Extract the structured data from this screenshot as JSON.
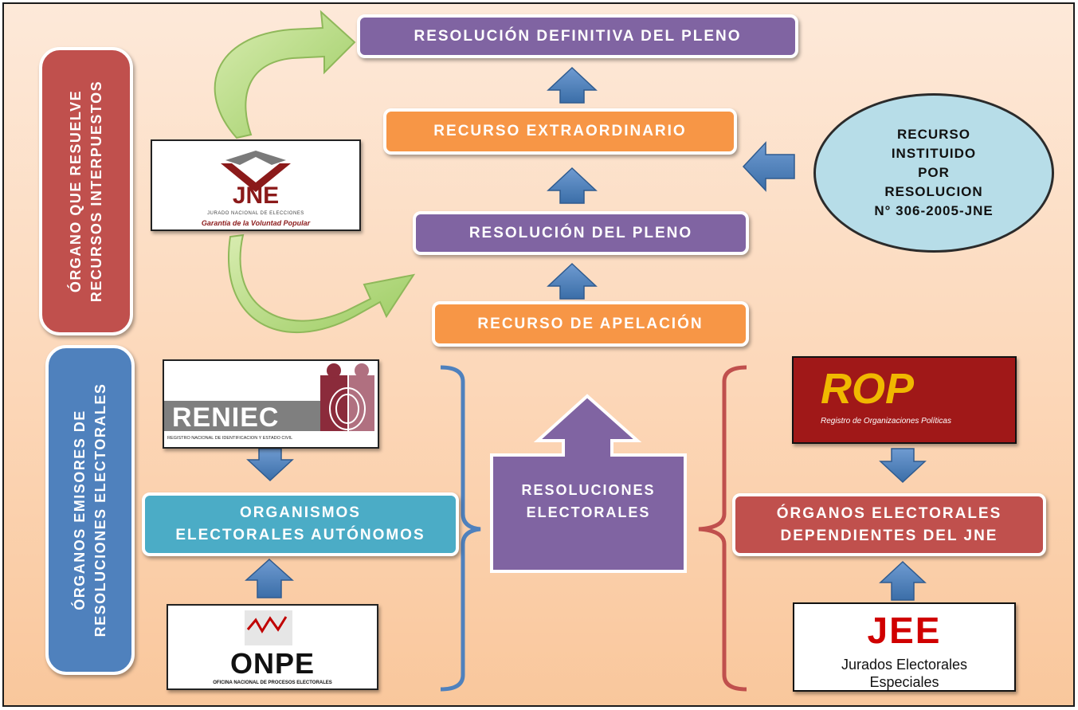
{
  "side_labels": {
    "resolving_body": "ÓRGANO QUE RESUELVE RECURSOS INTERPUESTOS",
    "emitting_bodies": "ÓRGANOS EMISORES DE RESOLUCIONES ELECTORALES"
  },
  "flow": {
    "final_resolution": "RESOLUCIÓN DEFINITIVA DEL PLENO",
    "extraordinary_appeal": "RECURSO EXTRAORDINARIO",
    "plenary_resolution": "RESOLUCIÓN DEL PLENO",
    "appeal": "RECURSO DE APELACIÓN"
  },
  "note": {
    "lines": [
      "RECURSO",
      "INSTITUIDO",
      "POR",
      "RESOLUCION",
      "N° 306-2005-JNE"
    ]
  },
  "center": {
    "line1": "RESOLUCIONES",
    "line2": "ELECTORALES"
  },
  "left_group": {
    "line1": "ORGANISMOS",
    "line2": "ELECTORALES AUTÓNOMOS"
  },
  "right_group": {
    "line1": "ÓRGANOS ELECTORALES",
    "line2": "DEPENDIENTES DEL JNE"
  },
  "logos": {
    "jne": {
      "name": "JNE",
      "subtitle": "JURADO NACIONAL DE ELECCIONES",
      "tagline": "Garantía de la Voluntad Popular"
    },
    "reniec": {
      "name": "RENIEC",
      "subtitle": "REGISTRO NACIONAL DE IDENTIFICACIÓN Y ESTADO CIVIL"
    },
    "onpe": {
      "name": "ONPE",
      "subtitle": "OFICINA NACIONAL DE PROCESOS ELECTORALES"
    },
    "rop": {
      "name": "ROP",
      "subtitle": "Registro de Organizaciones Políticas"
    },
    "jee": {
      "name": "JEE",
      "line1": "Jurados Electorales",
      "line2": "Especiales"
    }
  },
  "colors": {
    "purple": "#8064a2",
    "orange": "#f79646",
    "teal": "#4bacc6",
    "red": "#c0504d",
    "blue_arrow": "#4f81bd",
    "ellipse": "#b7dde8"
  }
}
